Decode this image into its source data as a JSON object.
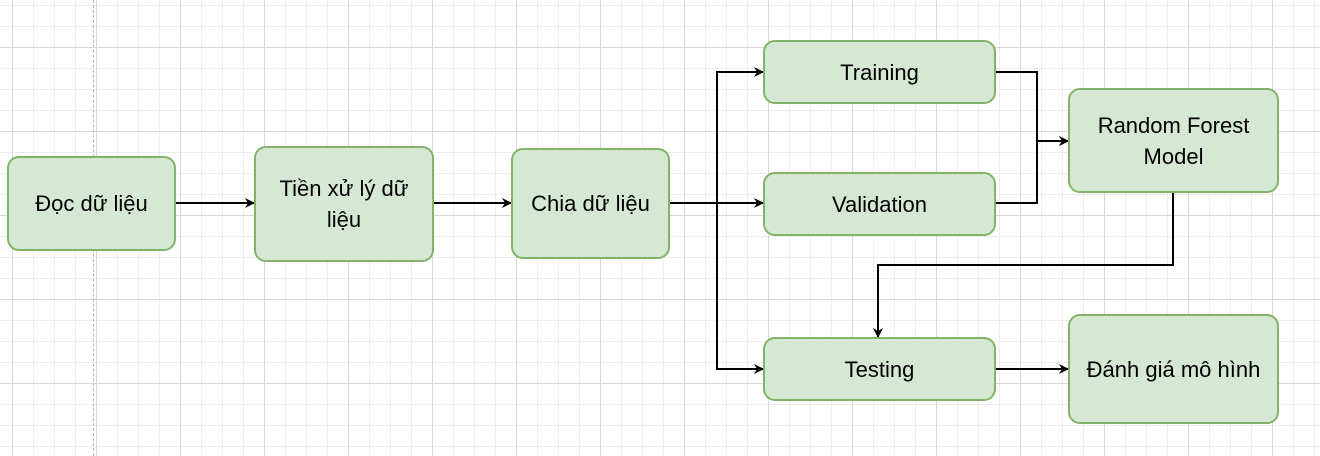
{
  "diagram": {
    "colors": {
      "node_fill": "#d5e8d4",
      "node_border": "#82b366",
      "arrow": "#000000"
    },
    "nodes": {
      "doc_du_lieu": "Đọc dữ liệu",
      "tien_xu_ly": "Tiền xử lý dữ liệu",
      "chia_du_lieu": "Chia dữ liệu",
      "training": "Training",
      "validation": "Validation",
      "testing": "Testing",
      "random_forest": "Random Forest Model",
      "danh_gia": "Đánh giá mô hình"
    },
    "edges": [
      {
        "from": "doc_du_lieu",
        "to": "tien_xu_ly"
      },
      {
        "from": "tien_xu_ly",
        "to": "chia_du_lieu"
      },
      {
        "from": "chia_du_lieu",
        "to": "training"
      },
      {
        "from": "chia_du_lieu",
        "to": "validation"
      },
      {
        "from": "chia_du_lieu",
        "to": "testing"
      },
      {
        "from": "training",
        "to": "random_forest"
      },
      {
        "from": "validation",
        "to": "random_forest"
      },
      {
        "from": "random_forest",
        "to": "testing"
      },
      {
        "from": "testing",
        "to": "danh_gia"
      }
    ]
  }
}
